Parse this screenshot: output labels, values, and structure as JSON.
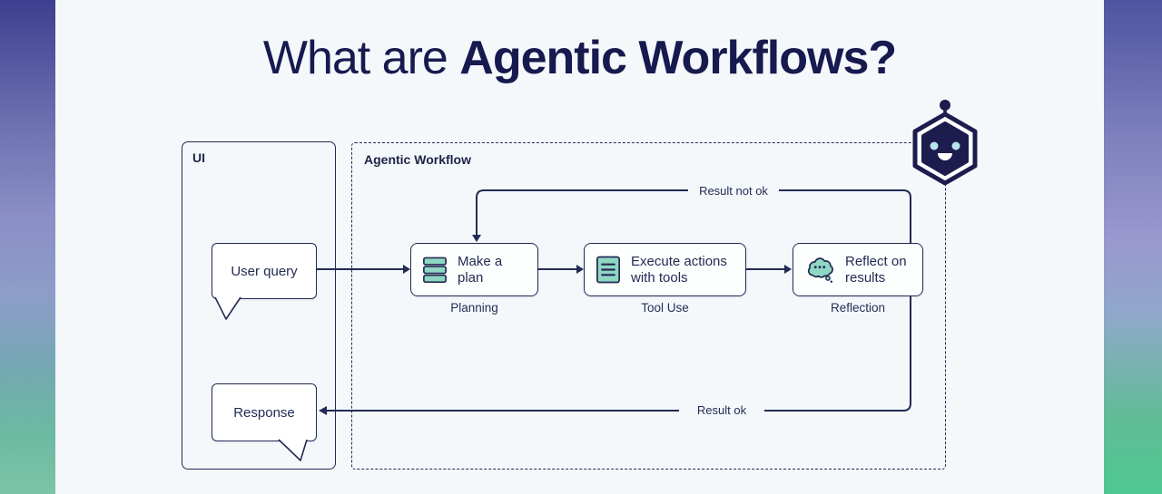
{
  "title": {
    "prefix": "What are ",
    "bold": "Agentic Workflows?"
  },
  "ui_panel": {
    "label": "UI",
    "user_query": "User query",
    "response": "Response"
  },
  "workflow": {
    "label": "Agentic Workflow",
    "steps": [
      {
        "icon": "stack-icon",
        "line1": "Make a plan",
        "line2": "",
        "sublabel": "Planning"
      },
      {
        "icon": "document-lines-icon",
        "line1": "Execute actions",
        "line2": "with tools",
        "sublabel": "Tool Use"
      },
      {
        "icon": "thought-bubble-icon",
        "line1": "Reflect on",
        "line2": "results",
        "sublabel": "Reflection"
      }
    ],
    "edges": {
      "loop_label": "Result not ok",
      "ok_label": "Result ok"
    },
    "mascot": "robot-hexagon-icon"
  },
  "colors": {
    "line_navy": "#222b54",
    "title_navy": "#171a4e",
    "icon_teal": "#8fd7c2",
    "robot_navy": "#1c1c4e",
    "robot_eye_cyan": "#b9e4ea",
    "panel_bg": "#f5f8fb",
    "gradient_left": [
      "#3d3f90",
      "#8b8fc6",
      "#6cbaa0"
    ],
    "gradient_right": [
      "#4e55a0",
      "#9a97cf",
      "#4ec892"
    ]
  }
}
